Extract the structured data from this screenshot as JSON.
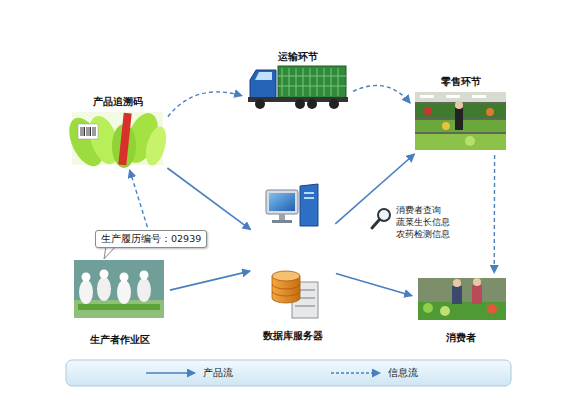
{
  "diagram": {
    "nodes": [
      {
        "text": [
          "运输环节"
        ]
      },
      {
        "text": [
          "产品追溯码"
        ]
      },
      {
        "text": [
          "零售环节"
        ]
      },
      {
        "text": [
          "数据库服务器"
        ]
      },
      {
        "text": [
          "生产履历编号：02939"
        ]
      },
      {
        "text": [
          "生产者作业区"
        ]
      },
      {
        "text": [
          "消费者"
        ]
      }
    ],
    "edges": [
      {
        "from": 1,
        "to": 0,
        "arrow": "to"
      },
      {
        "from": 0,
        "to": 2,
        "arrow": "to"
      },
      {
        "from": 2,
        "to": 6,
        "arrow": "to"
      },
      {
        "from": 4,
        "to": 1,
        "arrow": "to"
      },
      {
        "from": 1,
        "to": 3,
        "arrow": "to"
      },
      {
        "from": 5,
        "to": 3,
        "arrow": "to"
      },
      {
        "from": 3,
        "to": 2,
        "arrow": "to"
      },
      {
        "from": 3,
        "to": 6,
        "arrow": "to"
      }
    ],
    "labels": [
      "消费者查询 蔬菜生长信息 农药检测信息"
    ],
    "legend": [
      {
        "text": "产品流"
      },
      {
        "text": "信息流"
      }
    ]
  }
}
